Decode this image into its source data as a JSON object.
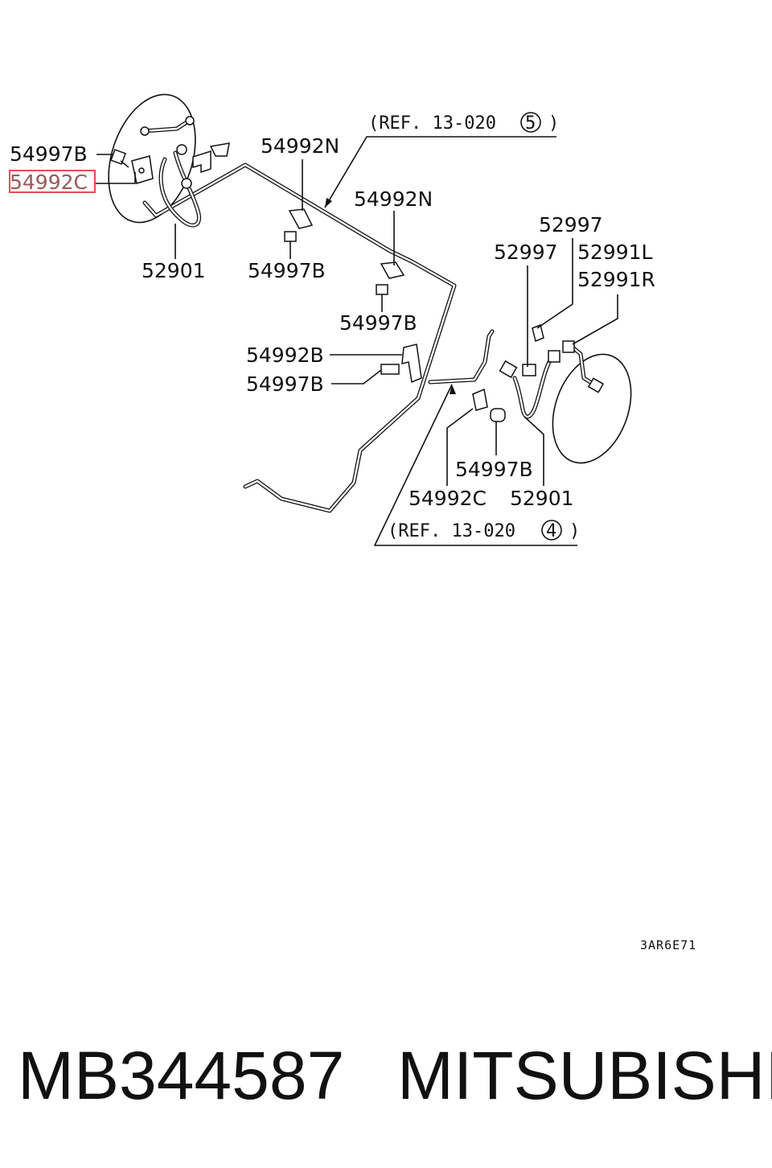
{
  "diagram": {
    "ref_top": "(REF. 13-020 ",
    "ref_top_num": "5",
    "ref_top_close": ")",
    "ref_bottom": "(REF. 13-020 ",
    "ref_bottom_num": "4",
    "ref_bottom_close": ")",
    "labels": {
      "l_54997B_a": "54997B",
      "l_54992C_hl": "54992C",
      "l_52901_a": "52901",
      "l_54992N_a": "54992N",
      "l_54997B_b": "54997B",
      "l_54992N_b": "54992N",
      "l_54997B_c": "54997B",
      "l_54992B": "54992B",
      "l_54997B_d": "54997B",
      "l_52997_a": "52997",
      "l_52997_b": "52997",
      "l_52991L": "52991L",
      "l_52991R": "52991R",
      "l_54997B_e": "54997B",
      "l_54992C_b": "54992C",
      "l_52901_b": "52901"
    },
    "diagram_code": "3AR6E71",
    "highlight_color": "#e05050"
  },
  "footer": {
    "part_number": "MB344587",
    "brand": "MITSUBISHI"
  }
}
